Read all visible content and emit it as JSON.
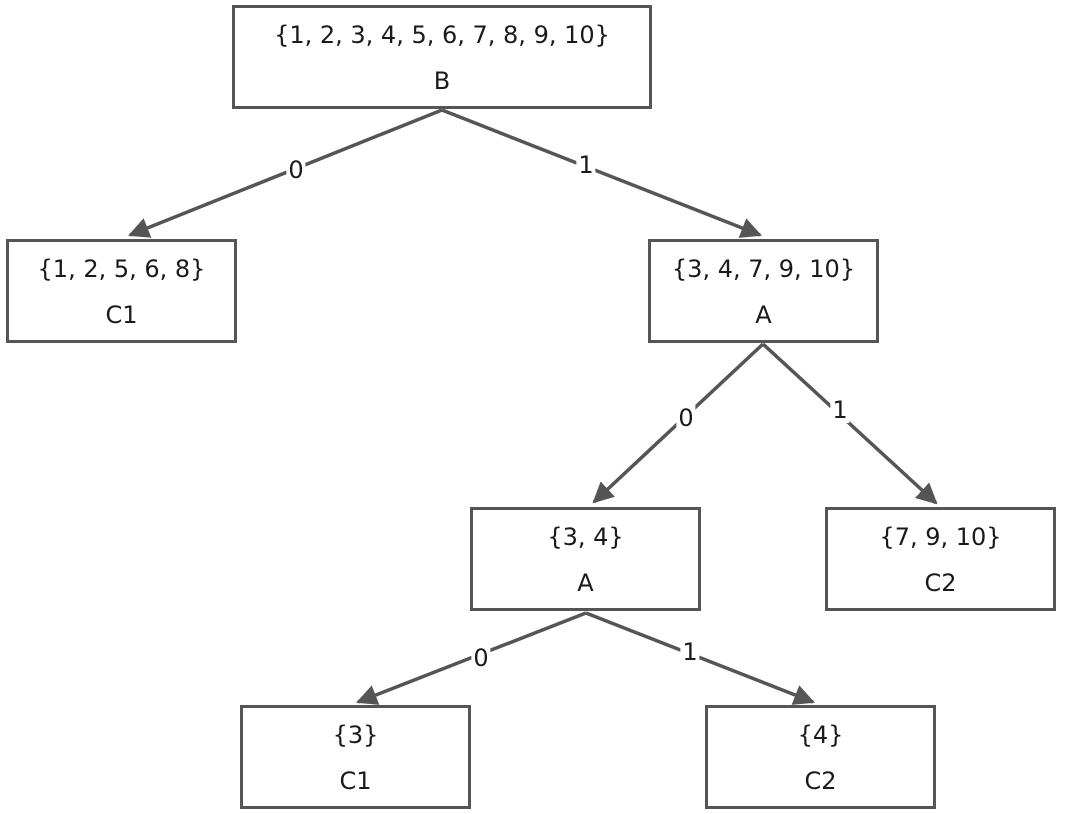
{
  "colors": {
    "stroke": "#555555",
    "text": "#1a1a1a",
    "background": "#ffffff"
  },
  "nodes": {
    "root": {
      "set": "{1, 2, 3, 4, 5, 6, 7, 8, 9, 10}",
      "label": "B"
    },
    "left": {
      "set": "{1, 2, 5, 6, 8}",
      "label": "C1"
    },
    "right": {
      "set": "{3, 4, 7, 9, 10}",
      "label": "A"
    },
    "right_left": {
      "set": "{3, 4}",
      "label": "A"
    },
    "right_right": {
      "set": "{7, 9, 10}",
      "label": "C2"
    },
    "rl_left": {
      "set": "{3}",
      "label": "C1"
    },
    "rl_right": {
      "set": "{4}",
      "label": "C2"
    }
  },
  "edges": {
    "root_left": {
      "label": "0"
    },
    "root_right": {
      "label": "1"
    },
    "right_left": {
      "label": "0"
    },
    "right_right": {
      "label": "1"
    },
    "rl_left": {
      "label": "0"
    },
    "rl_right": {
      "label": "1"
    }
  }
}
